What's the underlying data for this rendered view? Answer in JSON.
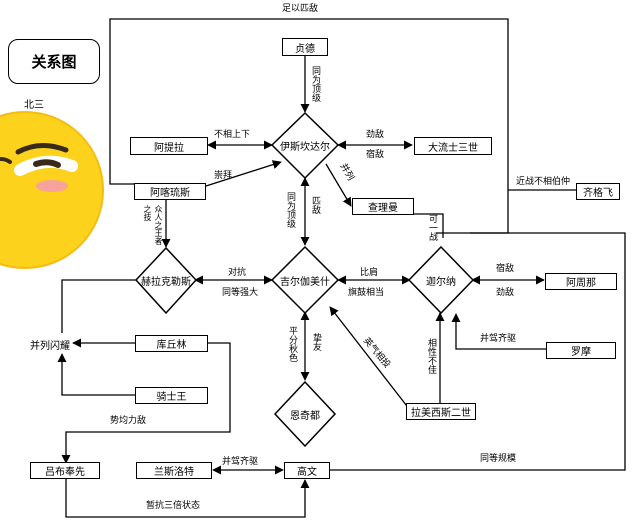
{
  "title": "关系图",
  "subtitle": "北三",
  "nodes": {
    "zhende": "贞德",
    "iskandar": "伊斯坎达尔",
    "artira": "阿提拉",
    "dalarge": "大流士三世",
    "arthur": "阿喀琉斯",
    "charlie": "查理曼",
    "hercules": "赫拉克勒斯",
    "gilgamesh": "吉尔伽美什",
    "karna": "迦尔纳",
    "arjuna": "阿周那",
    "romulus": "罗摩",
    "enkidu": "恩奇都",
    "ramesses": "拉美西斯二世",
    "kuchulain": "库丘林",
    "knight_king": "骑士王",
    "lubu": "吕布奉先",
    "lancelot": "兰斯洛特",
    "gaowen": "高文",
    "qigefei": "齐格飞",
    "binglie": "并列闪耀"
  },
  "labels": {
    "top_enemy": "足以匹敌",
    "tongwei_ding": "同为顶级",
    "buxiang": "不相上下",
    "jindi": "劲敌",
    "sudi_top": "宿敌",
    "chongbai": "崇拜",
    "binglie_small": "并列",
    "pidi": "匹敌",
    "tongwei_ding2": "同为顶级",
    "wangzhe": "众人之王者之技",
    "keyizhan": "可一战",
    "jinzhan": "近战不相伯仲",
    "duikang": "对抗",
    "tongdeng": "同等强大",
    "bijian": "比肩",
    "qigu": "旗鼓相当",
    "sudi_right": "宿敌",
    "jindi_right": "劲敌",
    "pingfen": "平分秋色",
    "zhiyou": "挚友",
    "qizhi": "英气相投",
    "xiangkang": "相性不佳",
    "bingjia_right": "并驾齐驱",
    "shijun": "势均力敌",
    "tongdeng_guimo": "同等规模",
    "bingjia_bottom": "并驾齐驱",
    "dikang": "暂抗三倍状态"
  },
  "emoji": {
    "name": "smirk-face-emoji"
  }
}
